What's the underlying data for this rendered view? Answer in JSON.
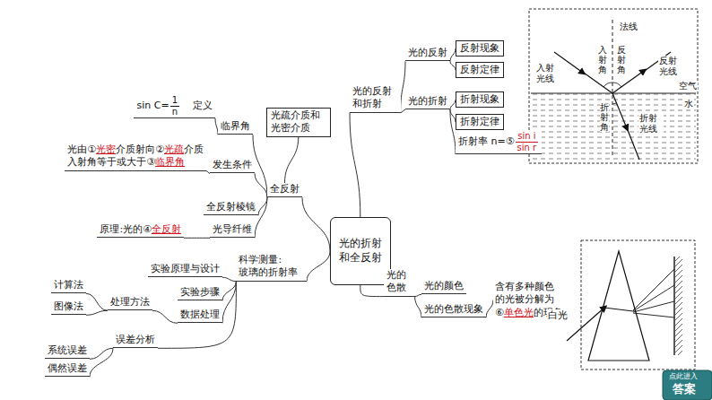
{
  "diagram": {
    "nodes": [
      {
        "text": [
          "光的折射 和全反射"
        ]
      },
      {
        "text": [
          "光的反射 和折射"
        ]
      },
      {
        "text": [
          "光的反射"
        ]
      },
      {
        "text": [
          "反射现象"
        ]
      },
      {
        "text": [
          "反射定律"
        ]
      },
      {
        "text": [
          "光的折射"
        ]
      },
      {
        "text": [
          "折射现象"
        ]
      },
      {
        "text": [
          "折射定律"
        ]
      },
      {
        "text": [
          "折射率 n=⑤",
          "sin i",
          "sin r"
        ]
      },
      {
        "text": [
          "光疏介质和 光密介质"
        ]
      },
      {
        "text": [
          "全反射"
        ]
      },
      {
        "text": [
          "临界角"
        ]
      },
      {
        "text": [
          "sin C=",
          "1",
          "n",
          "定义"
        ]
      },
      {
        "text": [
          "发生条件"
        ]
      },
      {
        "text": [
          "光由①",
          "光密",
          "介质射向②",
          "光疏",
          "介质",
          "入射角等于或大于③",
          "临界角"
        ]
      },
      {
        "text": [
          "全反射棱镜"
        ]
      },
      {
        "text": [
          "光导纤维"
        ]
      },
      {
        "text": [
          "原理:光的④",
          "全反射"
        ]
      },
      {
        "text": [
          "科学测量: 玻璃的折射率"
        ]
      },
      {
        "text": [
          "实验原理与设计"
        ]
      },
      {
        "text": [
          "实验步骤"
        ]
      },
      {
        "text": [
          "数据处理"
        ]
      },
      {
        "text": [
          "处理方法"
        ]
      },
      {
        "text": [
          "计算法"
        ]
      },
      {
        "text": [
          "图像法"
        ]
      },
      {
        "text": [
          "误差分析"
        ]
      },
      {
        "text": [
          "系统误差"
        ]
      },
      {
        "text": [
          "偶然误差"
        ]
      },
      {
        "text": [
          "光的 色散"
        ]
      },
      {
        "text": [
          "光的颜色"
        ]
      },
      {
        "text": [
          "光的色散现象"
        ]
      },
      {
        "text": [
          "含有多种颜色 的光被分解为 ⑥",
          "单色光",
          "的现象"
        ]
      }
    ],
    "edges": [
      {
        "from": 0,
        "to": 1,
        "arrow": "none"
      },
      {
        "from": 1,
        "to": 2,
        "arrow": "none"
      },
      {
        "from": 2,
        "to": 3,
        "arrow": "none"
      },
      {
        "from": 2,
        "to": 4,
        "arrow": "none"
      },
      {
        "from": 1,
        "to": 5,
        "arrow": "none"
      },
      {
        "from": 5,
        "to": 6,
        "arrow": "none"
      },
      {
        "from": 5,
        "to": 7,
        "arrow": "none"
      },
      {
        "from": 5,
        "to": 8,
        "arrow": "none"
      },
      {
        "from": 0,
        "to": 10,
        "arrow": "none"
      },
      {
        "from": 10,
        "to": 9,
        "arrow": "none"
      },
      {
        "from": 10,
        "to": 11,
        "arrow": "none"
      },
      {
        "from": 11,
        "to": 12,
        "arrow": "none"
      },
      {
        "from": 10,
        "to": 13,
        "arrow": "none"
      },
      {
        "from": 13,
        "to": 14,
        "arrow": "none"
      },
      {
        "from": 10,
        "to": 15,
        "arrow": "none"
      },
      {
        "from": 10,
        "to": 16,
        "arrow": "none"
      },
      {
        "from": 16,
        "to": 17,
        "arrow": "none"
      },
      {
        "from": 0,
        "to": 18,
        "arrow": "none"
      },
      {
        "from": 18,
        "to": 19,
        "arrow": "none"
      },
      {
        "from": 18,
        "to": 20,
        "arrow": "none"
      },
      {
        "from": 18,
        "to": 21,
        "arrow": "none"
      },
      {
        "from": 21,
        "to": 22,
        "arrow": "none"
      },
      {
        "from": 22,
        "to": 23,
        "arrow": "none"
      },
      {
        "from": 22,
        "to": 24,
        "arrow": "none"
      },
      {
        "from": 18,
        "to": 25,
        "arrow": "none"
      },
      {
        "from": 25,
        "to": 26,
        "arrow": "none"
      },
      {
        "from": 25,
        "to": 27,
        "arrow": "none"
      },
      {
        "from": 0,
        "to": 28,
        "arrow": "none"
      },
      {
        "from": 28,
        "to": 29,
        "arrow": "none"
      },
      {
        "from": 28,
        "to": 30,
        "arrow": "none"
      },
      {
        "from": 30,
        "to": 31,
        "arrow": "none"
      }
    ],
    "labels": [
      "入射 光线",
      "法线",
      "入射角",
      "反射角",
      "反射 光线",
      "空气",
      "水",
      "折射角",
      "折射 光线",
      "白光",
      "点此进入",
      "答案"
    ]
  }
}
